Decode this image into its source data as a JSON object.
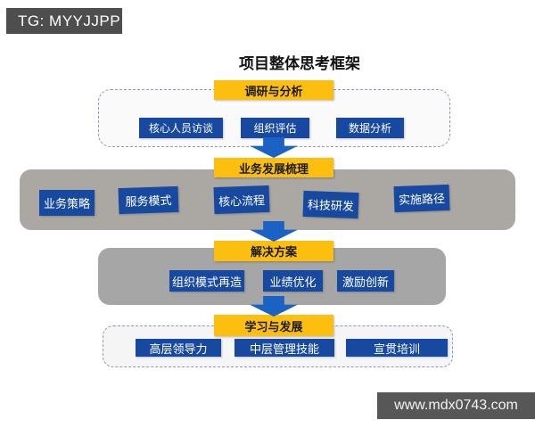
{
  "watermarks": {
    "tg": "TG: MYYJJPP",
    "site": "www.mdx0743.com"
  },
  "title": "项目整体思考框架",
  "colors": {
    "header_yellow": "#fcbf10",
    "node_blue": "#1849a0",
    "arrow_blue": "#1a63c5",
    "section_gray_business": "#aba8a3",
    "section_gray_solution": "#a6a6a6",
    "dashed_border": "#8b9bb4",
    "watermark_bar": "#4e4e4e"
  },
  "sections": [
    {
      "label": "调研与分析",
      "style": "dashed",
      "items": [
        "核心人员访谈",
        "组织评估",
        "数据分析"
      ]
    },
    {
      "label": "业务发展梳理",
      "style": "gray",
      "items": [
        "业务策略",
        "服务模式",
        "核心流程",
        "科技研发",
        "实施路径"
      ]
    },
    {
      "label": "解决方案",
      "style": "gray",
      "items": [
        "组织模式再造",
        "业绩优化",
        "激励创新"
      ]
    },
    {
      "label": "学习与发展",
      "style": "dashed",
      "items": [
        "高层领导力",
        "中层管理技能",
        "宣贯培训"
      ]
    }
  ]
}
